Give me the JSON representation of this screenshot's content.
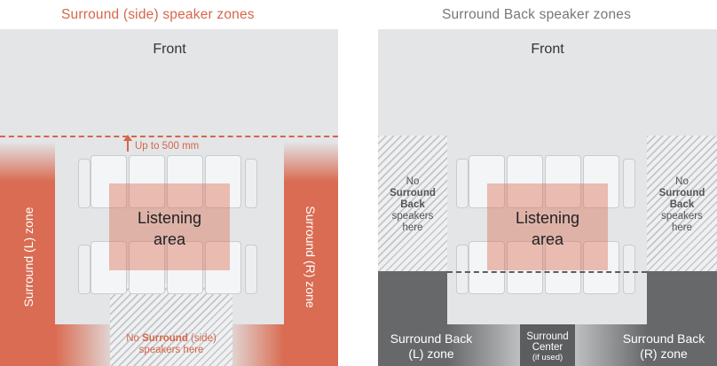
{
  "left_panel": {
    "title": "Surround (side) speaker zones",
    "front_label": "Front",
    "distance_label": "Up to 500 mm",
    "listening_line1": "Listening",
    "listening_line2": "area",
    "left_zone_label": "Surround (L) zone",
    "right_zone_label": "Surround (R) zone",
    "no_zone": {
      "line1_prefix": "No ",
      "line1_bold": "Surround",
      "line1_suffix": " (side)",
      "line2": "speakers here"
    }
  },
  "right_panel": {
    "title": "Surround Back speaker zones",
    "front_label": "Front",
    "listening_line1": "Listening",
    "listening_line2": "area",
    "no_left": {
      "line1": "No",
      "bold1": "Surround",
      "bold2": "Back",
      "line4": "speakers",
      "line5": "here"
    },
    "no_right": {
      "line1": "No",
      "bold1": "Surround",
      "bold2": "Back",
      "line4": "speakers",
      "line5": "here"
    },
    "back_left": {
      "line1": "Surround Back",
      "line2": "(L) zone"
    },
    "center": {
      "line1": "Surround",
      "line2": "Center",
      "line3": "(if used)"
    },
    "back_right": {
      "line1": "Surround Back",
      "line2": "(R) zone"
    }
  },
  "colors": {
    "accent": "#d6664a",
    "zone_orange": "#d96c52",
    "room_gray": "#e3e5e7",
    "dark_zone": "#666869"
  }
}
